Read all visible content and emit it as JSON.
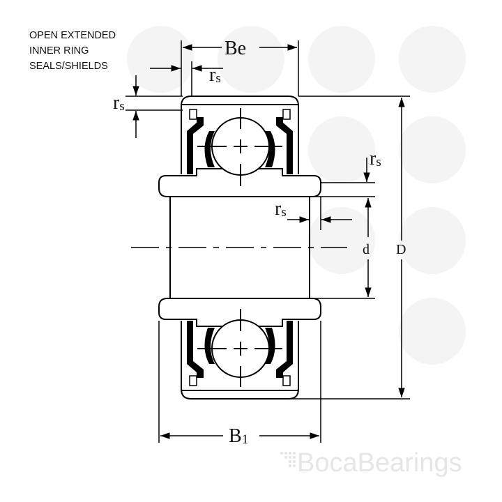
{
  "note": {
    "lines": [
      "OPEN EXTENDED",
      "INNER RING",
      "SEALS/SHIELDS"
    ]
  },
  "labels": {
    "be": "Be",
    "rs_main": "r",
    "rs_sub": "s",
    "d_outer": "D",
    "d_bore": "d",
    "b1_main": "B",
    "b1_sub": "1"
  },
  "logo": {
    "text": "BocaBearings"
  }
}
